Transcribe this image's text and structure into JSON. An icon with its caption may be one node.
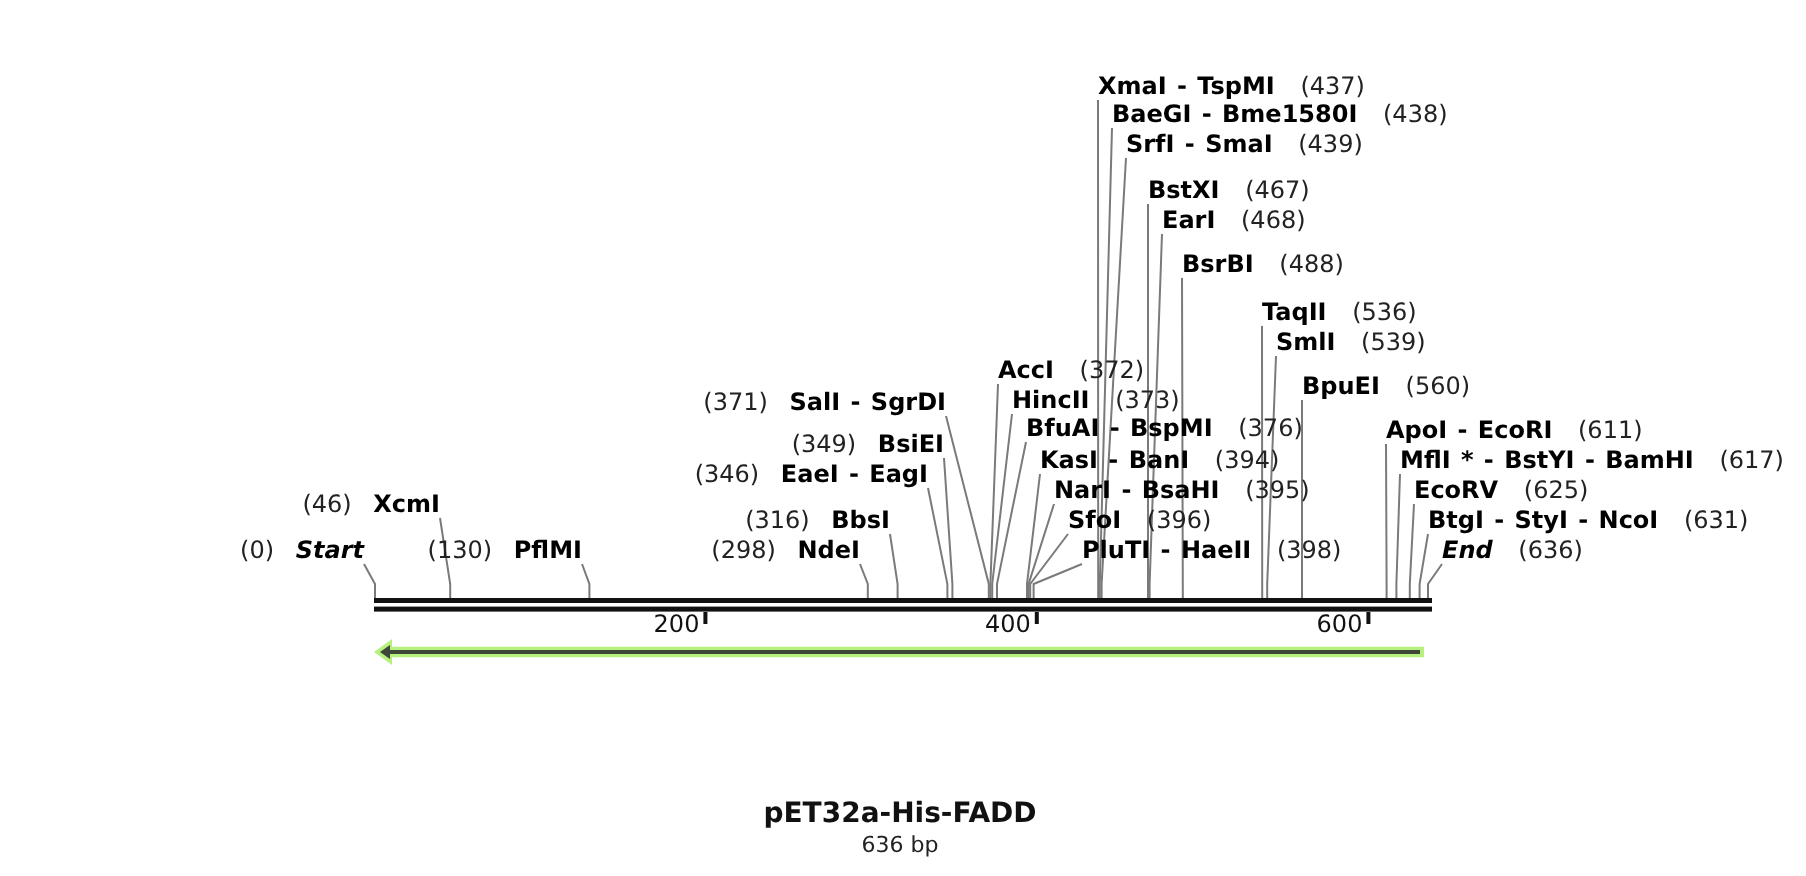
{
  "diagram": {
    "title": "pET32a-His-FADD",
    "caption": "636 bp",
    "nodes": [
      {
        "text": [
          "**XmaI - TspMI** (437)"
        ]
      },
      {
        "text": [
          "**BaeGI - Bme1580I** (438)"
        ]
      },
      {
        "text": [
          "**SrfI - SmaI** (439)"
        ]
      },
      {
        "text": [
          "**BstXI** (467)"
        ]
      },
      {
        "text": [
          "**EarI** (468)"
        ]
      },
      {
        "text": [
          "**BsrBI** (488)"
        ]
      },
      {
        "text": [
          "**TaqII** (536)"
        ]
      },
      {
        "text": [
          "**SmlI** (539)"
        ]
      },
      {
        "text": [
          "**AccI** (372)"
        ]
      },
      {
        "text": [
          "**BpuEI** (560)"
        ]
      },
      {
        "text": [
          "(371) **SalI - SgrDI**"
        ]
      },
      {
        "text": [
          "**HincII** (373)"
        ]
      },
      {
        "text": [
          "**BfuAI - BspMI** (376)"
        ]
      },
      {
        "text": [
          "**ApoI - EcoRI** (611)"
        ]
      },
      {
        "text": [
          "(349) **BsiEI**"
        ]
      },
      {
        "text": [
          "**KasI - BanI** (394)"
        ]
      },
      {
        "text": [
          "**MflI * - BstYI - BamHI** (617)"
        ]
      },
      {
        "text": [
          "(346) **EaeI - EagI**"
        ]
      },
      {
        "text": [
          "**NarI - BsaHI** (395)"
        ]
      },
      {
        "text": [
          "**EcoRV** (625)"
        ]
      },
      {
        "text": [
          "(46) **XcmI**"
        ]
      },
      {
        "text": [
          "(316) **BbsI**"
        ]
      },
      {
        "text": [
          "**SfoI** (396)"
        ]
      },
      {
        "text": [
          "**BtgI - StyI - NcoI** (631)"
        ]
      },
      {
        "text": [
          "(0) **Start**"
        ]
      },
      {
        "text": [
          "(130) **PflMI**"
        ]
      },
      {
        "text": [
          "(298) **NdeI**"
        ]
      },
      {
        "text": [
          "**PluTI - HaeII** (398)"
        ]
      },
      {
        "text": [
          "**End** (636)"
        ]
      },
      {
        "text": [],
        "shape": "bar"
      },
      {
        "text": [],
        "shape": "arrow"
      }
    ],
    "edges": [
      {
        "from": 0,
        "to": 29,
        "arrow": "none"
      },
      {
        "from": 1,
        "to": 29,
        "arrow": "none"
      },
      {
        "from": 2,
        "to": 29,
        "arrow": "none"
      },
      {
        "from": 3,
        "to": 29,
        "arrow": "none"
      },
      {
        "from": 4,
        "to": 29,
        "arrow": "none"
      },
      {
        "from": 5,
        "to": 29,
        "arrow": "none"
      },
      {
        "from": 6,
        "to": 29,
        "arrow": "none"
      },
      {
        "from": 7,
        "to": 29,
        "arrow": "none"
      },
      {
        "from": 8,
        "to": 29,
        "arrow": "none"
      },
      {
        "from": 9,
        "to": 29,
        "arrow": "none"
      },
      {
        "from": 10,
        "to": 29,
        "arrow": "none"
      },
      {
        "from": 11,
        "to": 29,
        "arrow": "none"
      },
      {
        "from": 12,
        "to": 29,
        "arrow": "none"
      },
      {
        "from": 13,
        "to": 29,
        "arrow": "none"
      },
      {
        "from": 14,
        "to": 29,
        "arrow": "none"
      },
      {
        "from": 15,
        "to": 29,
        "arrow": "none"
      },
      {
        "from": 16,
        "to": 29,
        "arrow": "none"
      },
      {
        "from": 17,
        "to": 29,
        "arrow": "none"
      },
      {
        "from": 18,
        "to": 29,
        "arrow": "none"
      },
      {
        "from": 19,
        "to": 29,
        "arrow": "none"
      },
      {
        "from": 20,
        "to": 29,
        "arrow": "none"
      },
      {
        "from": 21,
        "to": 29,
        "arrow": "none"
      },
      {
        "from": 22,
        "to": 29,
        "arrow": "none"
      },
      {
        "from": 23,
        "to": 29,
        "arrow": "none"
      },
      {
        "from": 24,
        "to": 29,
        "arrow": "none"
      },
      {
        "from": 25,
        "to": 29,
        "arrow": "none"
      },
      {
        "from": 26,
        "to": 29,
        "arrow": "none"
      },
      {
        "from": 27,
        "to": 29,
        "arrow": "none"
      },
      {
        "from": 28,
        "to": 29,
        "arrow": "none"
      }
    ],
    "labels": [
      "200",
      "400",
      "600"
    ]
  }
}
